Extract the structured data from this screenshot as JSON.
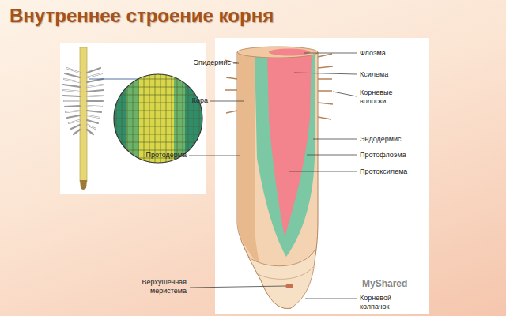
{
  "diagram": {
    "title": "Внутреннее строение корня",
    "labels": [
      "Эпидермис",
      "Кора",
      "Протодерма",
      "Верхушечная меристема",
      "Флоэма",
      "Ксилема",
      "Корневые волоски",
      "Эндодермис",
      "Протофлоэма",
      "Протоксилема",
      "Корневой колпачок",
      "MyShared"
    ]
  }
}
